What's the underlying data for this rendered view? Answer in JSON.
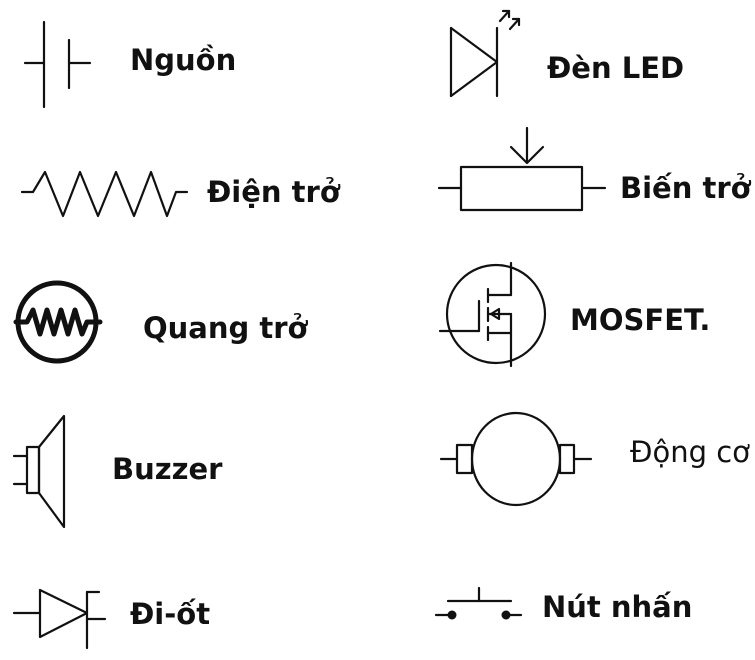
{
  "symbols": {
    "nguon": "Nguồn",
    "den_led": "Đèn LED",
    "dien_tro": "Điện trở",
    "bien_tro": "Biến trở",
    "quang_tro": "Quang trở",
    "mosfet": "MOSFET.",
    "buzzer": "Buzzer",
    "dong_co": "Động cơ",
    "di_ot": "Đi-ốt",
    "nut_nhan": "Nút nhấn"
  }
}
